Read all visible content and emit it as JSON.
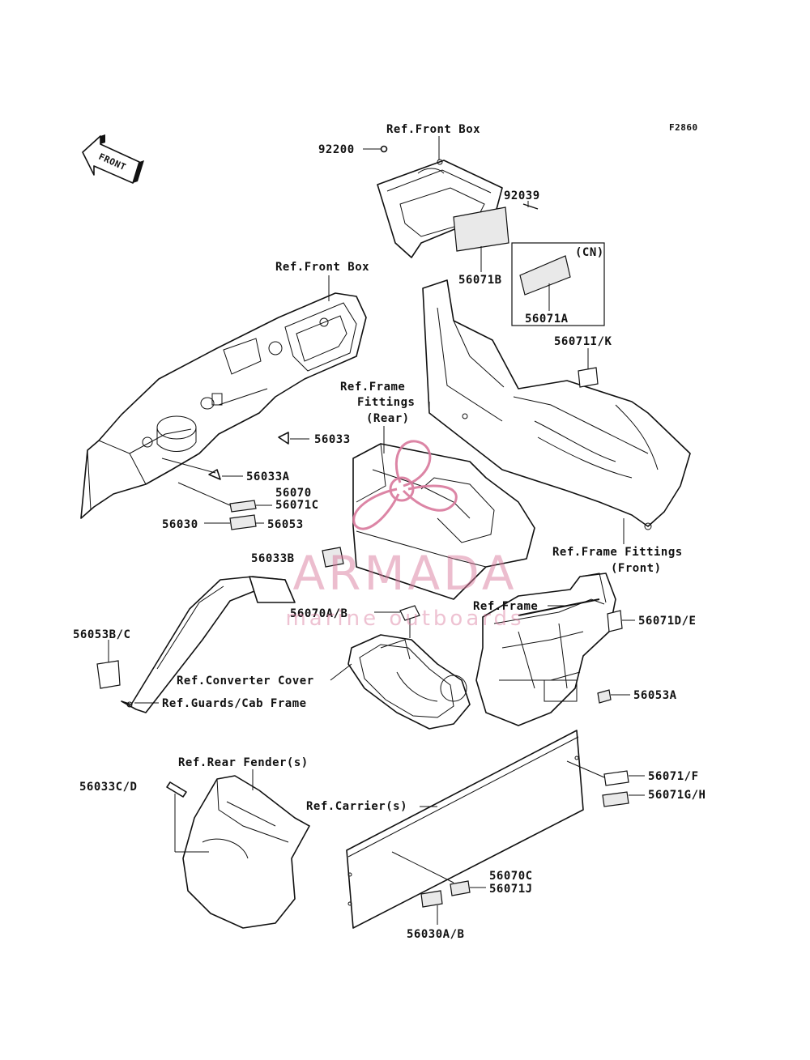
{
  "figure_code": "F2860",
  "front_arrow": {
    "label": "FRONT"
  },
  "callouts": {
    "p92200": "92200",
    "ref_front_box_top": "Ref.Front Box",
    "p92039": "92039",
    "cn": "(CN)",
    "p56071B": "56071B",
    "p56071A": "56071A",
    "ref_front_box_dash": "Ref.Front Box",
    "p56071IK": "56071I/K",
    "ref_frame_fittings_rear_1": "Ref.Frame",
    "ref_frame_fittings_rear_2": "Fittings",
    "ref_frame_fittings_rear_3": "(Rear)",
    "p56033": "56033",
    "p56033A": "56033A",
    "p56070": "56070",
    "p56071C": "56071C",
    "p56030": "56030",
    "p56053": "56053",
    "ref_frame_fittings_front_1": "Ref.Frame Fittings",
    "ref_frame_fittings_front_2": "(Front)",
    "p56033B": "56033B",
    "p56070AB": "56070A/B",
    "ref_frame": "Ref.Frame",
    "p56053BC": "56053B/C",
    "p56071DE": "56071D/E",
    "ref_converter_cover": "Ref.Converter Cover",
    "ref_guards_cab_frame": "Ref.Guards/Cab Frame",
    "p56053A": "56053A",
    "ref_rear_fender": "Ref.Rear Fender(s)",
    "p56033CD": "56033C/D",
    "p56071F": "56071/F",
    "ref_carrier": "Ref.Carrier(s)",
    "p56071GH": "56071G/H",
    "p56070C": "56070C",
    "p56071J": "56071J",
    "p56030AB": "56030A/B"
  },
  "watermark": {
    "brand": "ARMADA",
    "tagline": "marine outboards",
    "color": "#d9789c"
  }
}
